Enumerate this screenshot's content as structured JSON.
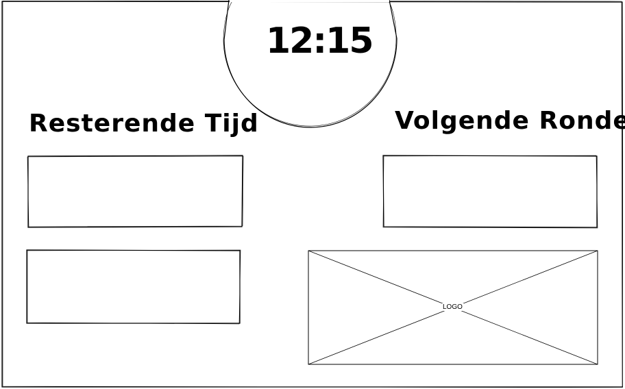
{
  "clock": {
    "time": "12:15"
  },
  "labels": {
    "remaining_time": "Resterende Tijd",
    "next_round": "Volgende Ronde"
  },
  "logo": {
    "label": "LOGO"
  },
  "colors": {
    "stroke": "#000000",
    "background": "#ffffff"
  }
}
